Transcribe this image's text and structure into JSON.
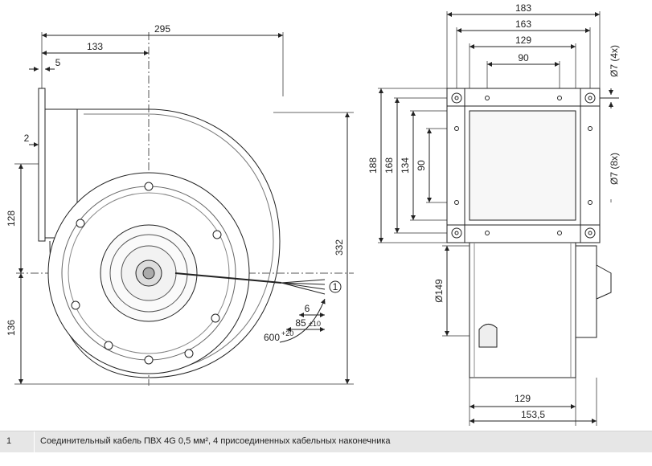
{
  "dimensions": {
    "front": {
      "width_total": "295",
      "to_center": "133",
      "flange_thickness": "5",
      "flange_offset": "2",
      "height_upper": "128",
      "height_lower": "136",
      "height_total": "332",
      "cable_strip": "6",
      "cable_end": "85",
      "cable_end_tol": "±10",
      "cable_length": "600",
      "cable_length_tol": "+20",
      "callout": "1"
    },
    "side": {
      "width_183": "183",
      "width_163": "163",
      "width_129_top": "129",
      "width_90_top": "90",
      "hole_4x": "Ø7 (4x)",
      "hole_8x": "Ø7 (8x)",
      "height_188": "188",
      "height_168": "168",
      "height_134": "134",
      "height_90": "90",
      "diameter_149": "Ø149",
      "width_129_bottom": "129",
      "width_153_5": "153,5"
    }
  },
  "legend": {
    "number": "1",
    "text": "Соединительный кабель ПВХ 4G 0,5 мм², 4 присоединенных кабельных наконечника"
  }
}
